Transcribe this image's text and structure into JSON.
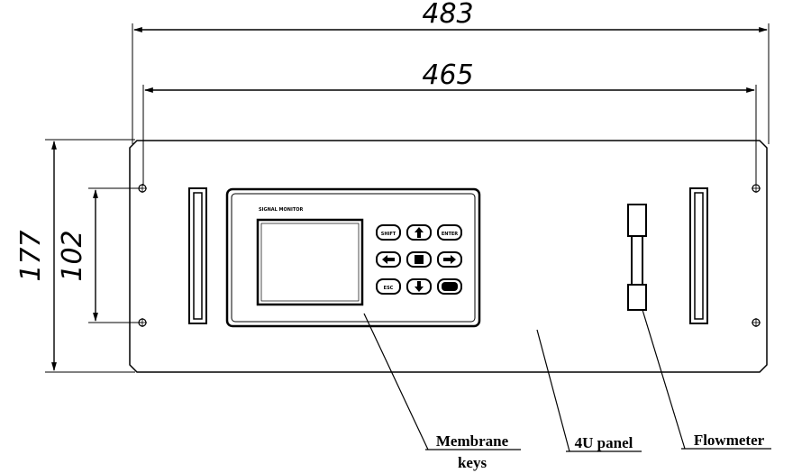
{
  "dimensions": {
    "overall_width": "483",
    "mounting_width": "465",
    "panel_height": "177",
    "mounting_height": "102"
  },
  "display": {
    "title": "SIGNAL MONITOR"
  },
  "keypad": {
    "keys": [
      "SHIFT",
      "up-arrow",
      "ENTER",
      "left-arrow",
      "stop",
      "right-arrow",
      "ESC",
      "down-arrow",
      "blank"
    ]
  },
  "callouts": {
    "membrane_line1": "Membrane",
    "membrane_line2": "keys",
    "panel": "4U panel",
    "flowmeter": "Flowmeter"
  }
}
